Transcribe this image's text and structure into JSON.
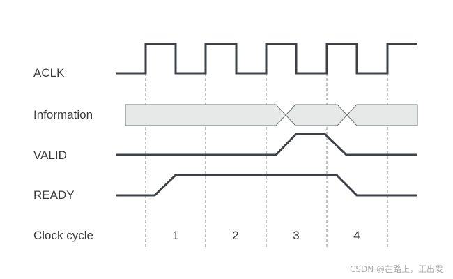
{
  "rows": {
    "aclk": "ACLK",
    "information": "Information",
    "valid": "VALID",
    "ready": "READY",
    "clock_cycle": "Clock cycle"
  },
  "cycles": [
    "1",
    "2",
    "3",
    "4"
  ],
  "watermark": "CSDN @在路上，正出发",
  "colors": {
    "signal": "#3d4145",
    "bus_fill": "#e6e9e8",
    "bus_stroke": "#6f7474",
    "label": "#3a3a3a",
    "guide": "#8a8a8a"
  }
}
